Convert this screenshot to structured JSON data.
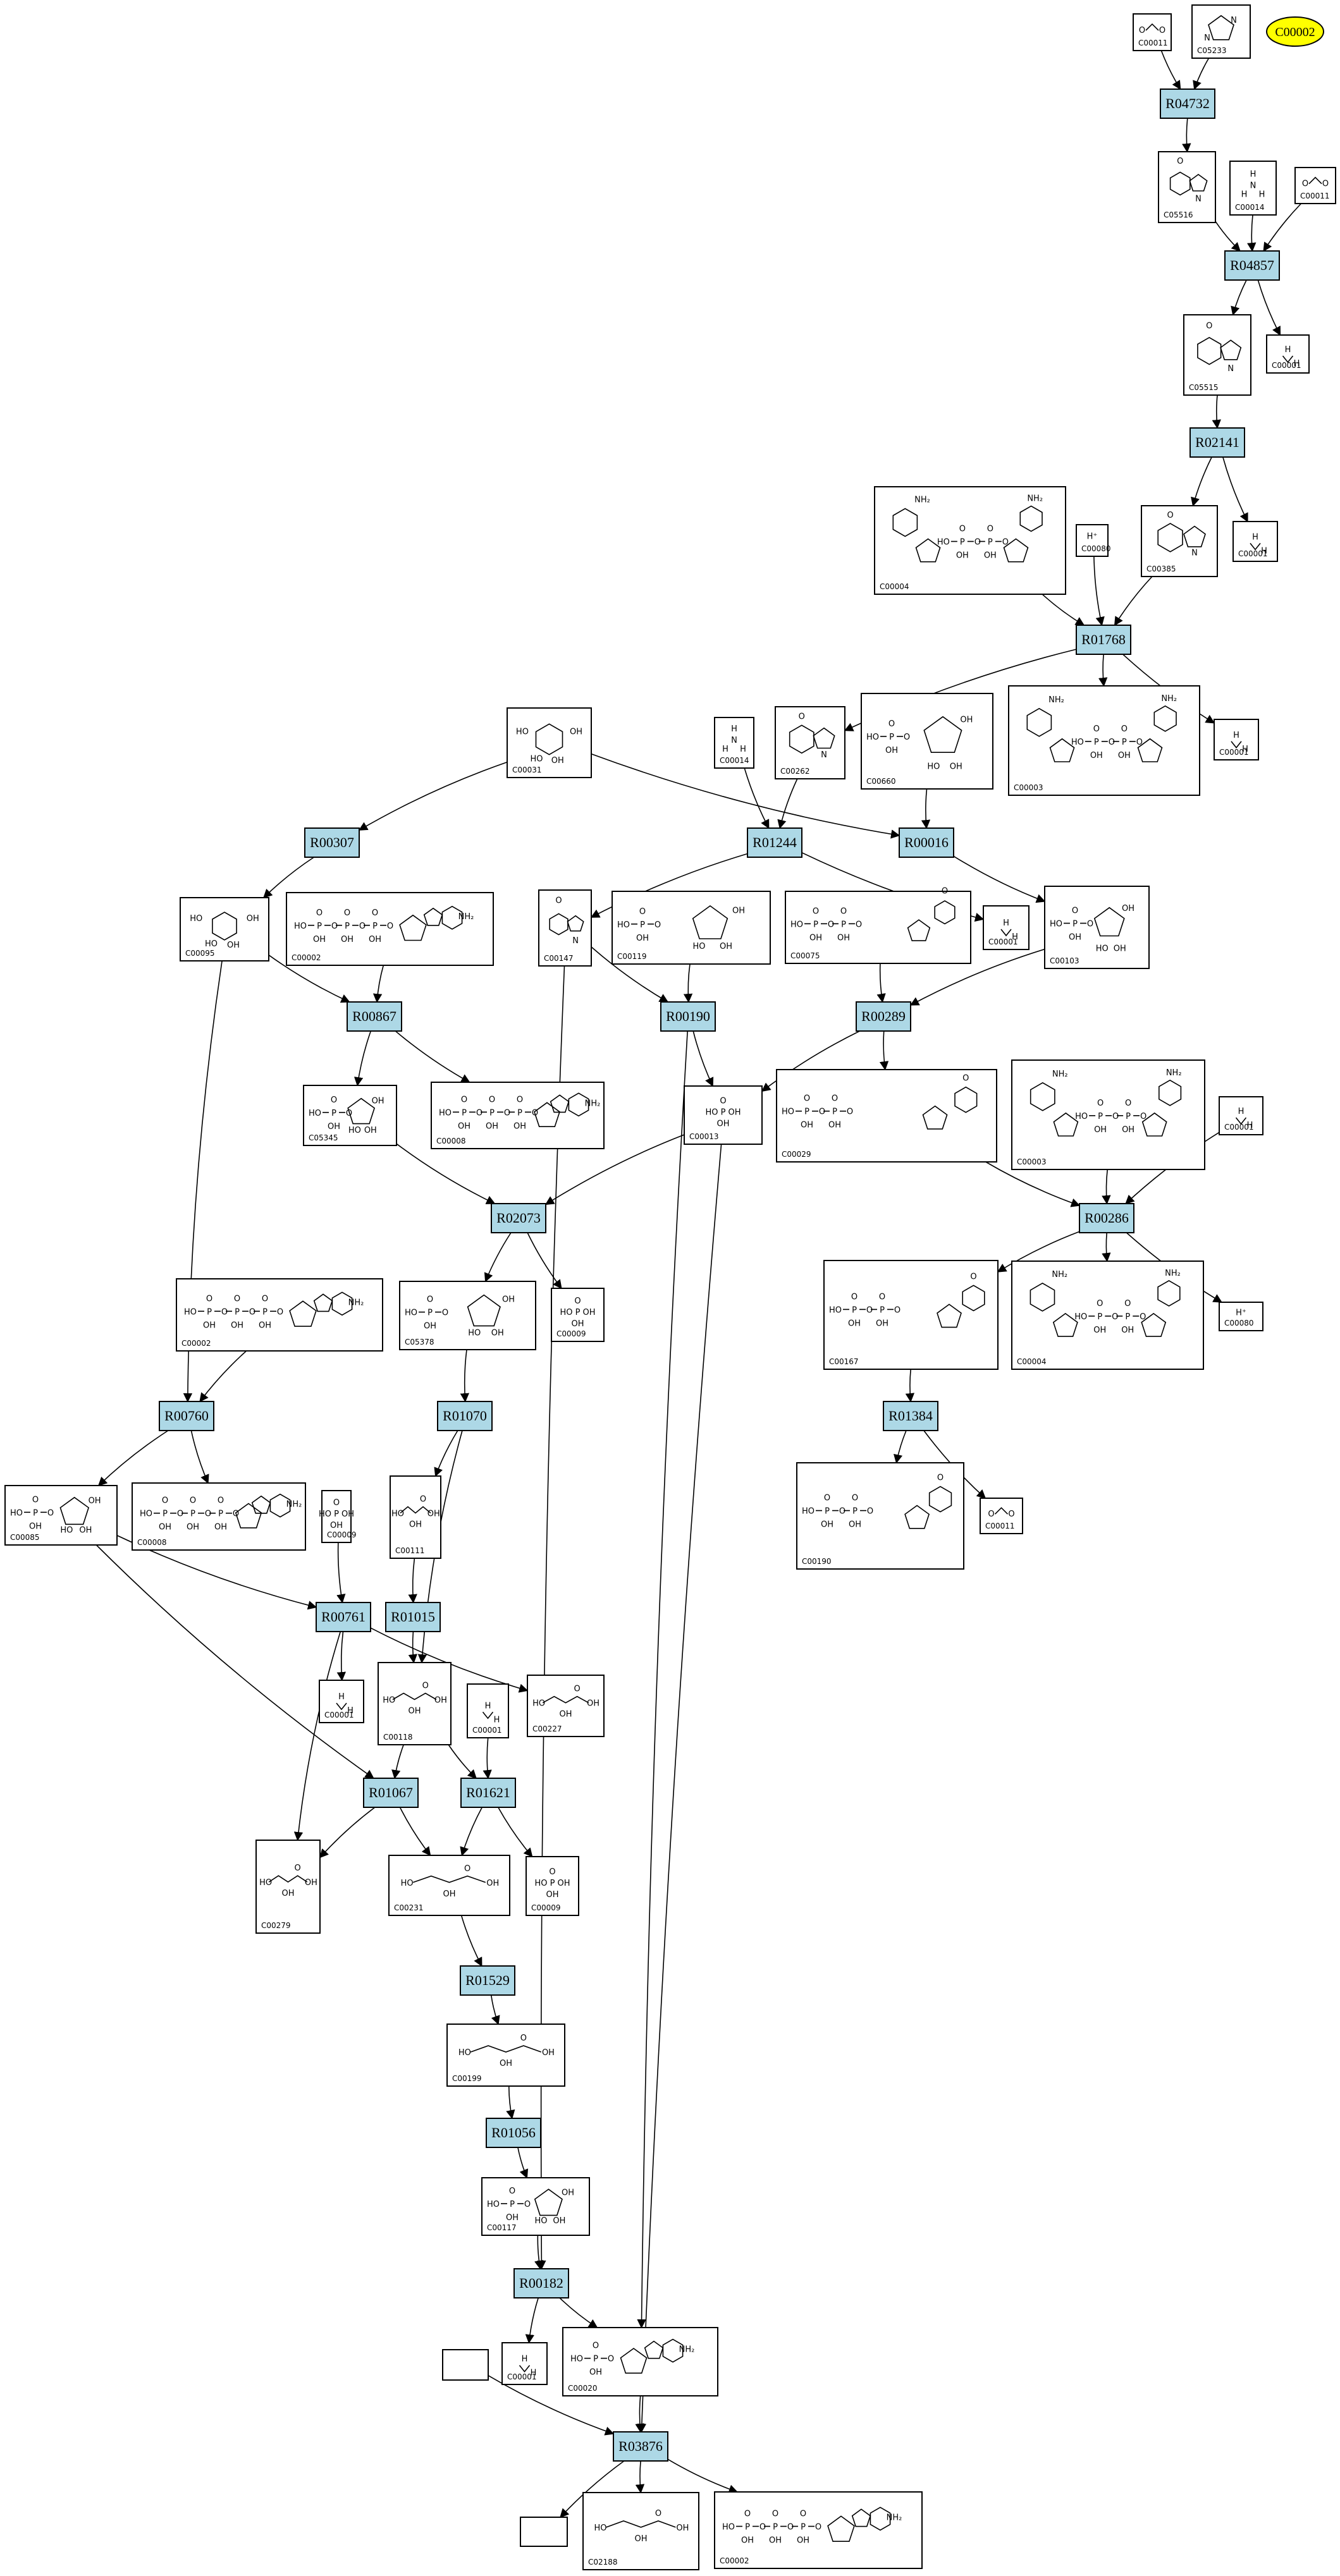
{
  "title": "",
  "target": {
    "id": "C00002",
    "color": "#ffff00"
  },
  "colors": {
    "reaction_fill": "#add8e6",
    "compound_fill": "#ffffff",
    "edge": "#000000"
  },
  "reactions": [
    {
      "id": "R04732"
    },
    {
      "id": "R04857"
    },
    {
      "id": "R02141"
    },
    {
      "id": "R01768"
    },
    {
      "id": "R00307"
    },
    {
      "id": "R01244"
    },
    {
      "id": "R00016"
    },
    {
      "id": "R00867"
    },
    {
      "id": "R00190"
    },
    {
      "id": "R00289"
    },
    {
      "id": "R02073"
    },
    {
      "id": "R00286"
    },
    {
      "id": "R00760"
    },
    {
      "id": "R01070"
    },
    {
      "id": "R01384"
    },
    {
      "id": "R00761"
    },
    {
      "id": "R01015"
    },
    {
      "id": "R01067"
    },
    {
      "id": "R01621"
    },
    {
      "id": "R01529"
    },
    {
      "id": "R01056"
    },
    {
      "id": "R00182"
    },
    {
      "id": "R03876"
    }
  ],
  "compounds": [
    {
      "key": "c1",
      "id": "C00011"
    },
    {
      "key": "c2",
      "id": "C05233"
    },
    {
      "key": "c3",
      "id": "C05516"
    },
    {
      "key": "c4",
      "id": "C00014"
    },
    {
      "key": "c5",
      "id": "C00011"
    },
    {
      "key": "c6",
      "id": "C05515"
    },
    {
      "key": "c7",
      "id": "C00001"
    },
    {
      "key": "c8",
      "id": "C00004"
    },
    {
      "key": "c9",
      "id": "C00080",
      "text": "H⁺"
    },
    {
      "key": "c10",
      "id": "C00385"
    },
    {
      "key": "c11",
      "id": "C00001"
    },
    {
      "key": "c12",
      "id": "C00031"
    },
    {
      "key": "c13",
      "id": "C00014"
    },
    {
      "key": "c14",
      "id": "C00262"
    },
    {
      "key": "c15",
      "id": "C00660"
    },
    {
      "key": "c16",
      "id": "C00003"
    },
    {
      "key": "c17",
      "id": "C00001"
    },
    {
      "key": "c18",
      "id": "C00095"
    },
    {
      "key": "c19",
      "id": "C00002"
    },
    {
      "key": "c20",
      "id": "C00147"
    },
    {
      "key": "c21",
      "id": "C00119"
    },
    {
      "key": "c22",
      "id": "C00075"
    },
    {
      "key": "c23",
      "id": "C00001"
    },
    {
      "key": "c24",
      "id": "C00103"
    },
    {
      "key": "c25",
      "id": "C05345"
    },
    {
      "key": "c26",
      "id": "C00008"
    },
    {
      "key": "c27",
      "id": "C00013"
    },
    {
      "key": "c28",
      "id": "C00029"
    },
    {
      "key": "c29",
      "id": "C00003"
    },
    {
      "key": "c30",
      "id": "C00001"
    },
    {
      "key": "c31",
      "id": "C00002"
    },
    {
      "key": "c32",
      "id": "C05378"
    },
    {
      "key": "c33",
      "id": "C00009"
    },
    {
      "key": "c34",
      "id": "C00167"
    },
    {
      "key": "c35",
      "id": "C00004"
    },
    {
      "key": "c36",
      "id": "C00080",
      "text": "H⁺"
    },
    {
      "key": "c37",
      "id": "C00085"
    },
    {
      "key": "c38",
      "id": "C00008"
    },
    {
      "key": "c39",
      "id": "C00009"
    },
    {
      "key": "c40",
      "id": "C00111"
    },
    {
      "key": "c41",
      "id": "C00190"
    },
    {
      "key": "c42",
      "id": "C00011"
    },
    {
      "key": "c43",
      "id": "C00001"
    },
    {
      "key": "c44",
      "id": "C00118"
    },
    {
      "key": "c45",
      "id": "C00001"
    },
    {
      "key": "c46",
      "id": "C00227"
    },
    {
      "key": "c47",
      "id": "C00279"
    },
    {
      "key": "c48",
      "id": "C00231"
    },
    {
      "key": "c49",
      "id": "C00009"
    },
    {
      "key": "c50",
      "id": "C00199"
    },
    {
      "key": "c51",
      "id": "C00117"
    },
    {
      "key": "c52",
      "id": "C00001"
    },
    {
      "key": "c53",
      "id": "C00020"
    },
    {
      "key": "c54",
      "id": ""
    },
    {
      "key": "c55",
      "id": ""
    },
    {
      "key": "c56",
      "id": "C02188"
    },
    {
      "key": "c57",
      "id": "C00002"
    }
  ]
}
